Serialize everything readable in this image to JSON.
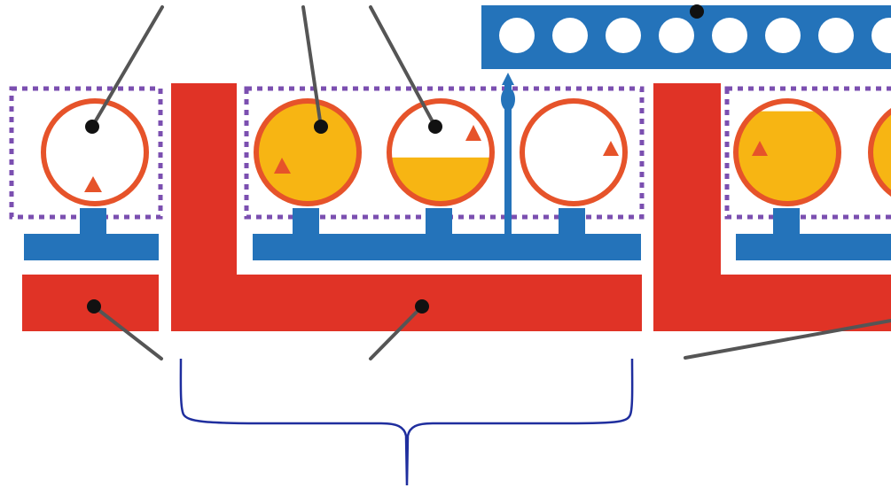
{
  "colors": {
    "red_bar": "#E03326",
    "blue_bar": "#2473BA",
    "orange_outline": "#E6532A",
    "yellow_fill": "#F7B513",
    "purple_dash": "#7B4FB0",
    "leader_line": "#555555",
    "brace": "#1F2E9E",
    "background": "#FFFFFF"
  },
  "components": {
    "spheres": [
      {
        "id": "sphere-1",
        "fill_level": 0.0
      },
      {
        "id": "sphere-2",
        "fill_level": 1.0
      },
      {
        "id": "sphere-3",
        "fill_level": 0.45
      },
      {
        "id": "sphere-4",
        "fill_level": 0.0
      },
      {
        "id": "sphere-5",
        "fill_level": 0.9
      },
      {
        "id": "sphere-6",
        "fill_level": 1.0
      }
    ],
    "top_panel_hole_count": 8,
    "brace_icon": "curly-brace-icon",
    "pointer_icon": "dot-marker-icon",
    "triangle_icon": "triangle-marker-icon"
  }
}
